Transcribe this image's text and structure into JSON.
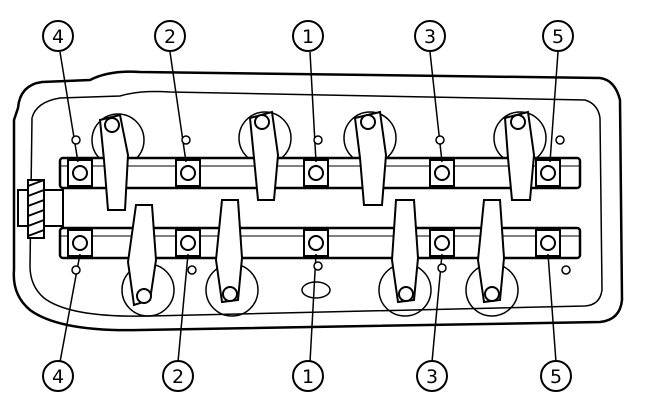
{
  "callouts_top": [
    "4",
    "2",
    "1",
    "3",
    "5"
  ],
  "callouts_bottom": [
    "4",
    "2",
    "1",
    "3",
    "5"
  ],
  "colors": {
    "ink": "#000000",
    "paper": "#ffffff"
  }
}
